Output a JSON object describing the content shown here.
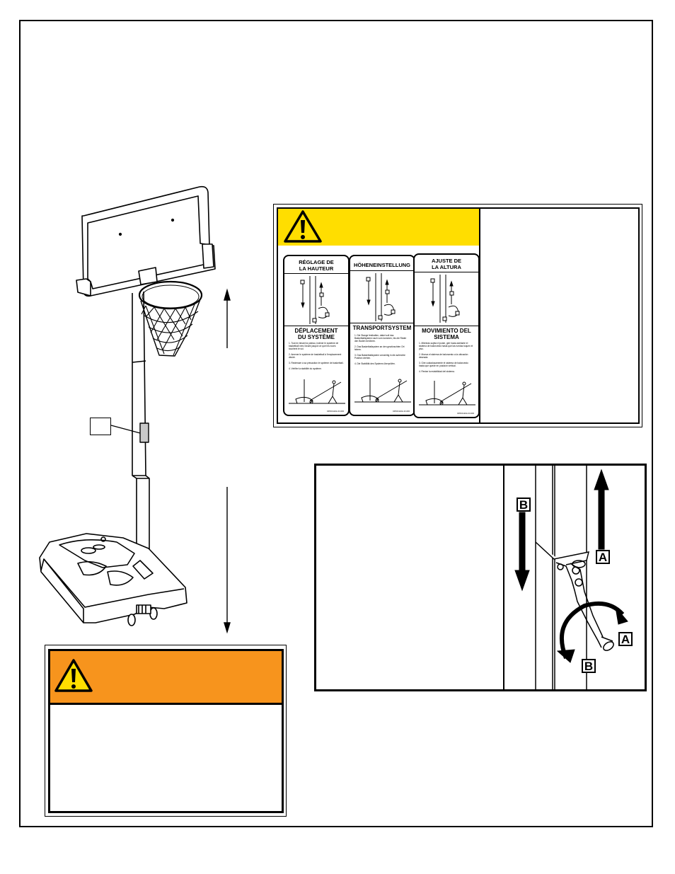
{
  "label": {
    "cards": [
      {
        "title_line1": "RÉGLAGE DE",
        "title_line2": "LA HAUTEUR",
        "section": [
          "DÉPLACEMENT",
          "DU SYSTÈME"
        ],
        "steps": [
          "1. Tout en tenant la poteau, incliner le système de basketball vers l'avant jusqu'à ce que les roues touchent le sol.",
          "2. Amener le système de basketball à l'emplacement désiré.",
          "3. Redresser à sa précaution le système de basketball.",
          "4. Vérifier la stabilité du système."
        ],
        "code": "DPR4110A  4/1/06"
      },
      {
        "title_line1": "HÖHENEINSTELLUNG",
        "title_line2": "",
        "section": [
          "TRANSPORTSYSTEM",
          ""
        ],
        "steps": [
          "1. Die Stange festhalten, dabei soll das Basketballsystem nach vorn kommen, bis die Räder den Boden berühren.",
          "2. Das Basketballsystem an den gewünschten Ort fahren.",
          "3. Das Basketballsystem vorsichtig in die aufrechte Position drehen.",
          "4. Die Stabilität des Systems überprüfen."
        ],
        "code": "DPR4110A  4/1/06"
      },
      {
        "title_line1": "AJUSTE DE",
        "title_line2": "LA ALTURA",
        "section": [
          "MOVIMIENTO DEL",
          "SISTEMA"
        ],
        "steps": [
          "1. Mientras sujeta el poste, gire hacia adelante el sistema de baloncesto hasta que las ruedas toquen el piso.",
          "2. Mueva el sistema de baloncesto a la ubicación deseada.",
          "3. Gire cuidadosamente el sistema de baloncesto hasta que quede en posición vertical.",
          "4. Revise la estabilidad del sistema."
        ],
        "code": "DPR4110A  4/1/06"
      }
    ]
  },
  "detail": {
    "letter_a": "A",
    "letter_b": "B"
  },
  "colors": {
    "yellow": "#ffde00",
    "orange": "#f7941d"
  }
}
